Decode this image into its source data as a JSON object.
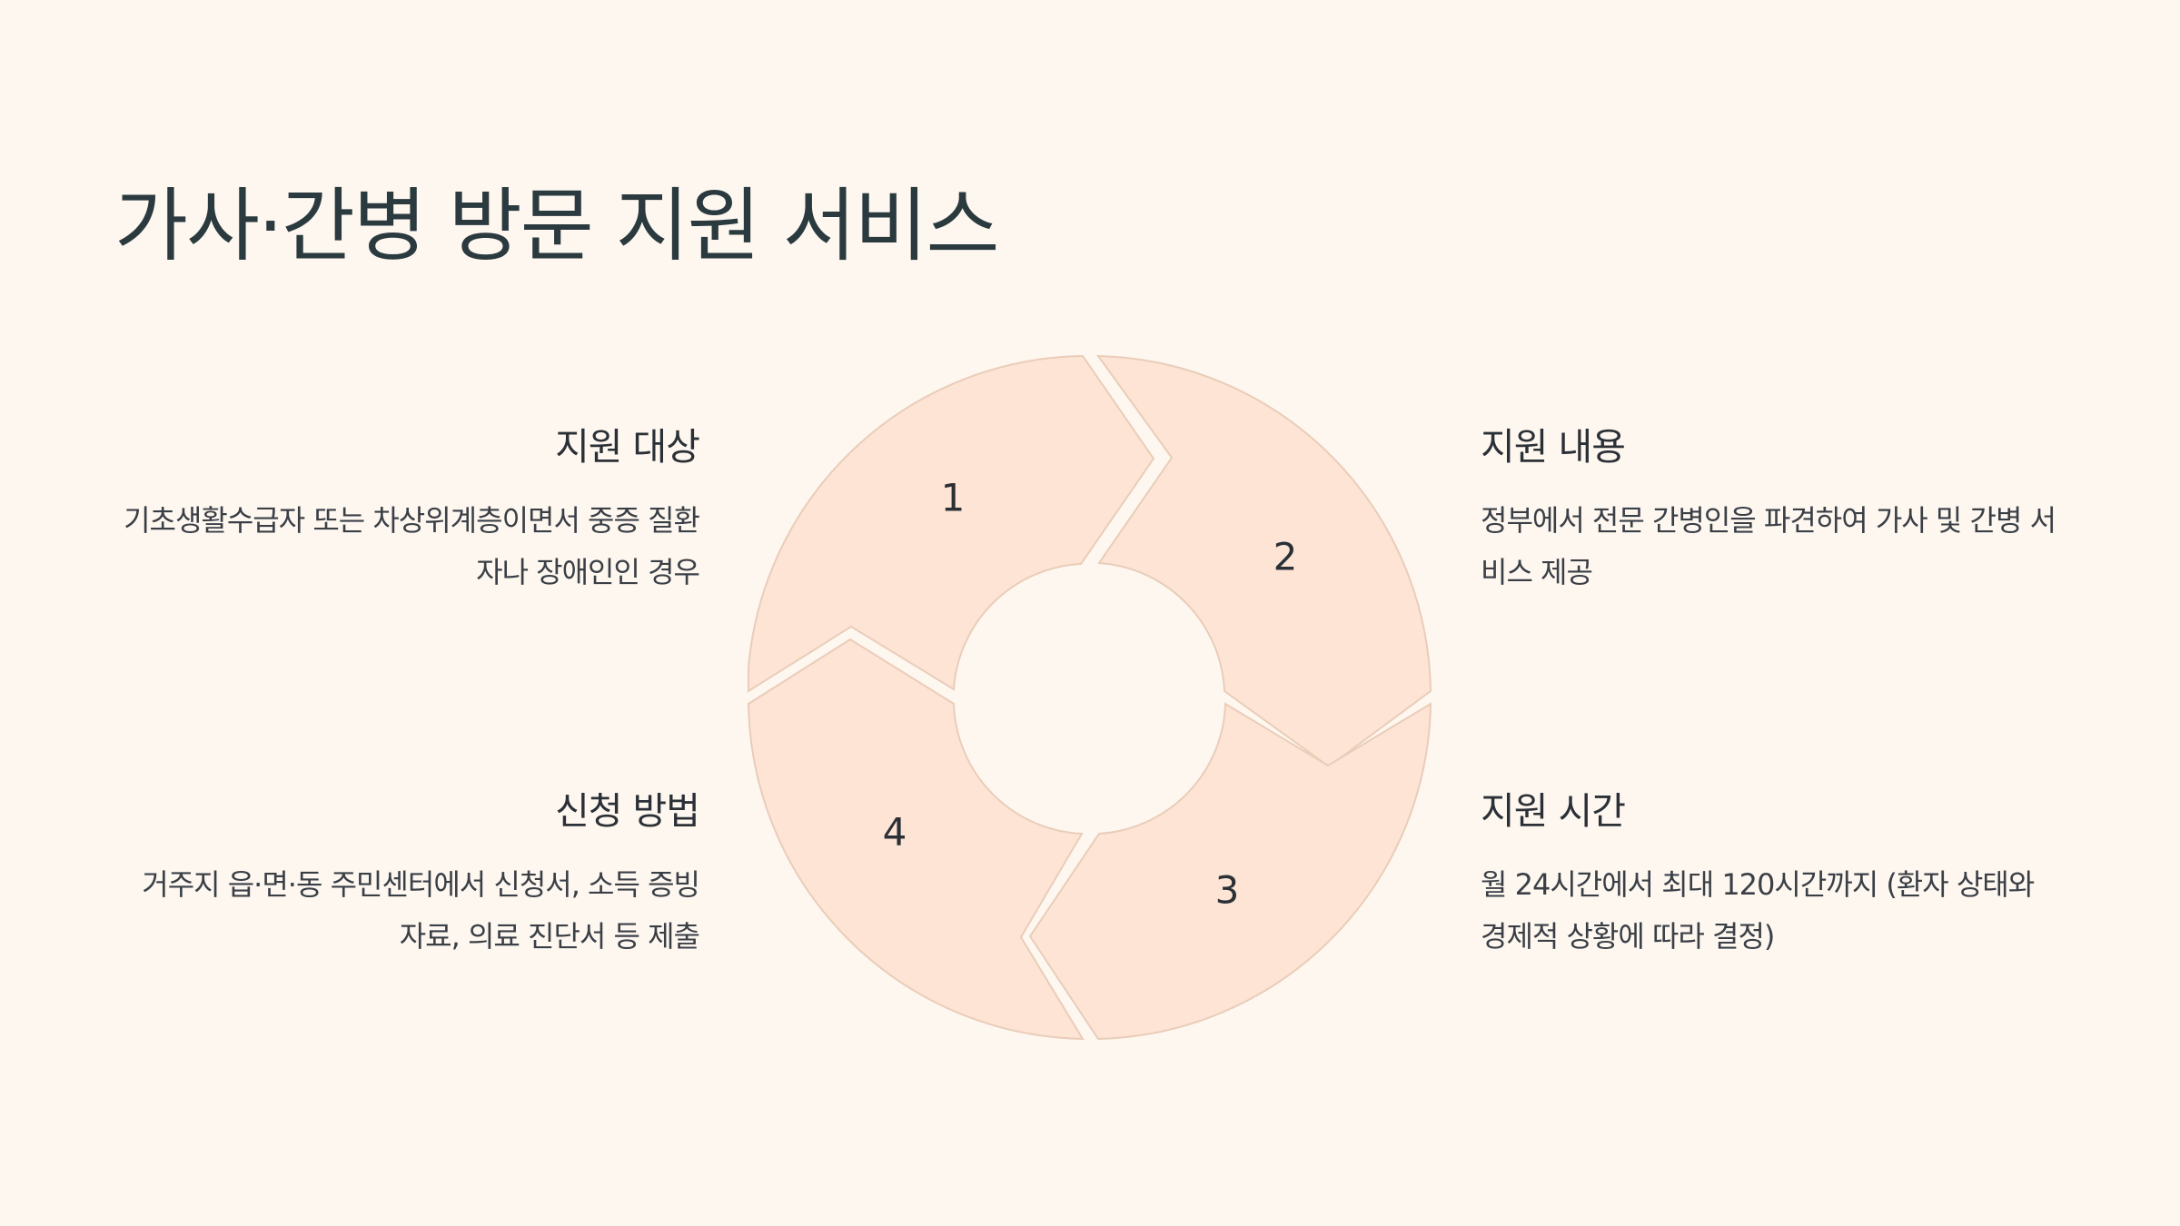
{
  "title": "가사·간병 방문 지원 서비스",
  "cycle": {
    "segments": [
      {
        "number": "1"
      },
      {
        "number": "2"
      },
      {
        "number": "3"
      },
      {
        "number": "4"
      }
    ]
  },
  "blocks": {
    "target": {
      "heading": "지원 대상",
      "body": "기초생활수급자 또는 차상위계층이면서 중증 질환자나 장애인인 경우"
    },
    "content": {
      "heading": "지원 내용",
      "body": "정부에서 전문 간병인을 파견하여 가사 및 간병 서비스 제공"
    },
    "method": {
      "heading": "신청 방법",
      "body": "거주지 읍·면·동 주민센터에서 신청서, 소득 증빙 자료, 의료 진단서 등 제출"
    },
    "time": {
      "heading": "지원 시간",
      "body": "월 24시간에서 최대 120시간까지 (환자 상태와 경제적 상황에 따라 결정)"
    }
  },
  "colors": {
    "background": "#fef7f0",
    "segment_fill": "#fde4d4",
    "segment_stroke": "#e9cdb9",
    "title_text": "#2b3a3f"
  }
}
